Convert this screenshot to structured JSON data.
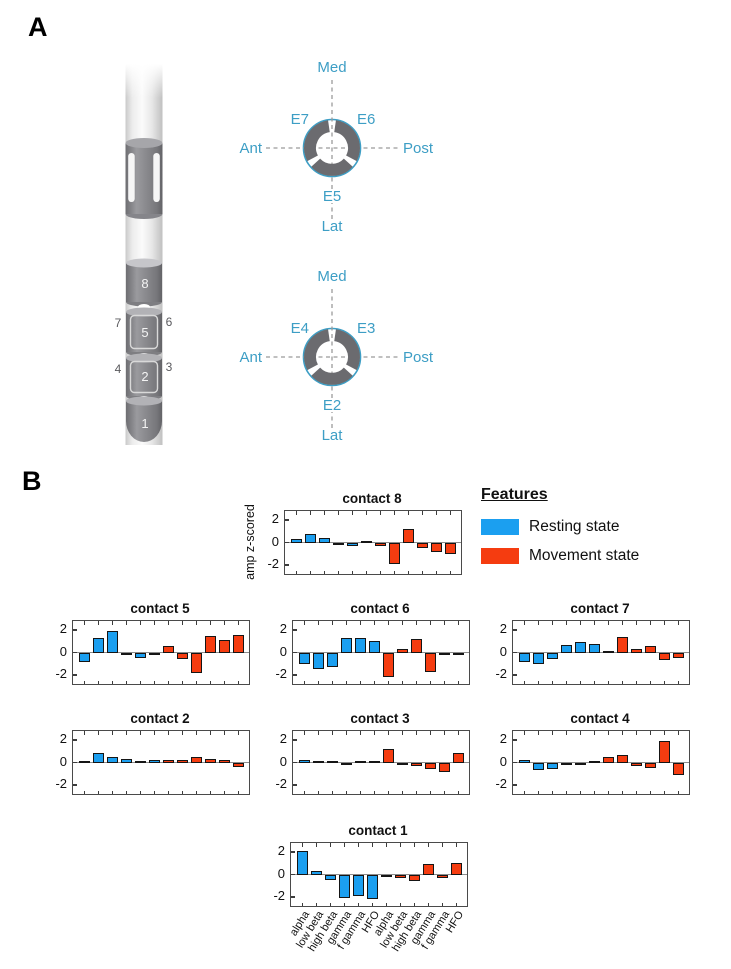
{
  "panel_a": {
    "label": "A",
    "accent_color": "#3d9ec5",
    "lead": {
      "contacts": [
        "8",
        "5",
        "2",
        "1"
      ],
      "side_numbers": [
        "7",
        "6",
        "4",
        "3"
      ]
    },
    "cross_section_top": {
      "e_top_left": "E7",
      "e_top_right": "E6",
      "e_bottom": "E5",
      "dir_top": "Med",
      "dir_left": "Ant",
      "dir_right": "Post",
      "dir_bottom": "Lat"
    },
    "cross_section_bottom": {
      "e_top_left": "E4",
      "e_top_right": "E3",
      "e_bottom": "E2",
      "dir_top": "Med",
      "dir_left": "Ant",
      "dir_right": "Post",
      "dir_bottom": "Lat"
    }
  },
  "panel_b": {
    "label": "B",
    "ylabel": "amp z-scored",
    "legend": {
      "title": "Features",
      "items": [
        {
          "label": "Resting state",
          "color": "#1b9ff0"
        },
        {
          "label": "Movement state",
          "color": "#f53c10"
        }
      ]
    }
  },
  "chart_data": {
    "type": "bar",
    "categories": [
      "alpha",
      "low beta",
      "high beta",
      "gamma",
      "f gamma",
      "HFO"
    ],
    "series_names": [
      "Resting state",
      "Movement state"
    ],
    "colors": {
      "resting": "#1b9ff0",
      "movement": "#f53c10"
    },
    "ylabel": "amp z-scored",
    "ylim": [
      -2.8,
      2.8
    ],
    "yticks": [
      2,
      0,
      -2
    ],
    "grid": false,
    "charts": [
      {
        "title": "contact 8",
        "resting": [
          0.3,
          0.8,
          0.4,
          -0.05,
          -0.3,
          0.15
        ],
        "movement": [
          -0.3,
          -1.9,
          1.2,
          -0.5,
          -0.8,
          -1.0
        ]
      },
      {
        "title": "contact 5",
        "resting": [
          -0.8,
          1.25,
          1.95,
          -0.1,
          -0.45,
          -0.25
        ],
        "movement": [
          0.6,
          -0.55,
          -1.85,
          1.45,
          1.1,
          1.55
        ]
      },
      {
        "title": "contact 6",
        "resting": [
          -1.0,
          -1.45,
          -1.3,
          1.25,
          1.3,
          1.0
        ],
        "movement": [
          -2.2,
          0.3,
          1.2,
          -1.7,
          -0.25,
          -0.2
        ]
      },
      {
        "title": "contact 7",
        "resting": [
          -0.8,
          -1.0,
          -0.6,
          0.7,
          0.9,
          0.8
        ],
        "movement": [
          0.1,
          1.4,
          0.3,
          0.55,
          -0.65,
          -0.45
        ]
      },
      {
        "title": "contact 2",
        "resting": [
          0.05,
          0.85,
          0.5,
          0.3,
          0.15,
          0.2
        ],
        "movement": [
          0.25,
          0.25,
          0.45,
          0.35,
          0.25,
          -0.4
        ]
      },
      {
        "title": "contact 3",
        "resting": [
          0.2,
          0.1,
          0.15,
          -0.1,
          0.1,
          0.0
        ],
        "movement": [
          1.2,
          -0.05,
          -0.35,
          -0.55,
          -0.85,
          0.85
        ]
      },
      {
        "title": "contact 4",
        "resting": [
          0.2,
          -0.65,
          -0.55,
          -0.15,
          -0.05,
          0.0
        ],
        "movement": [
          0.45,
          0.65,
          -0.35,
          -0.5,
          1.9,
          -1.1
        ]
      },
      {
        "title": "contact 1",
        "resting": [
          2.05,
          0.3,
          -0.45,
          -2.1,
          -1.95,
          -2.15
        ],
        "movement": [
          -0.15,
          -0.35,
          -0.55,
          0.9,
          -0.3,
          1.0
        ]
      }
    ]
  }
}
